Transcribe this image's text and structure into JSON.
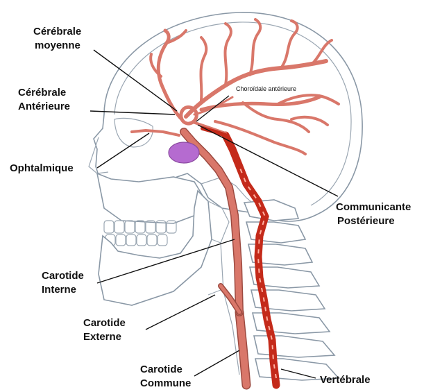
{
  "labels": {
    "cerebrale_moyenne_1": "Cérébrale",
    "cerebrale_moyenne_2": "moyenne",
    "cerebrale_anterieure_1": "Cérébrale",
    "cerebrale_anterieure_2": "Antérieure",
    "choroidale_anterieure": "Choroïdale antérieure",
    "ophtalmique": "Ophtalmique",
    "communicante_posterieure_1": "Communicante",
    "communicante_posterieure_2": "Postérieure",
    "carotide_interne_1": "Carotide",
    "carotide_interne_2": "Interne",
    "carotide_externe_1": "Carotide",
    "carotide_externe_2": "Externe",
    "carotide_commune_1": "Carotide",
    "carotide_commune_2": "Commune",
    "vertebrale": "Vertébrale"
  },
  "colors": {
    "artery": "#d9776a",
    "vertebral_artery": "#c42a1a",
    "pituitary": "#b56bd0",
    "bone_outline": "#8a98a6"
  }
}
